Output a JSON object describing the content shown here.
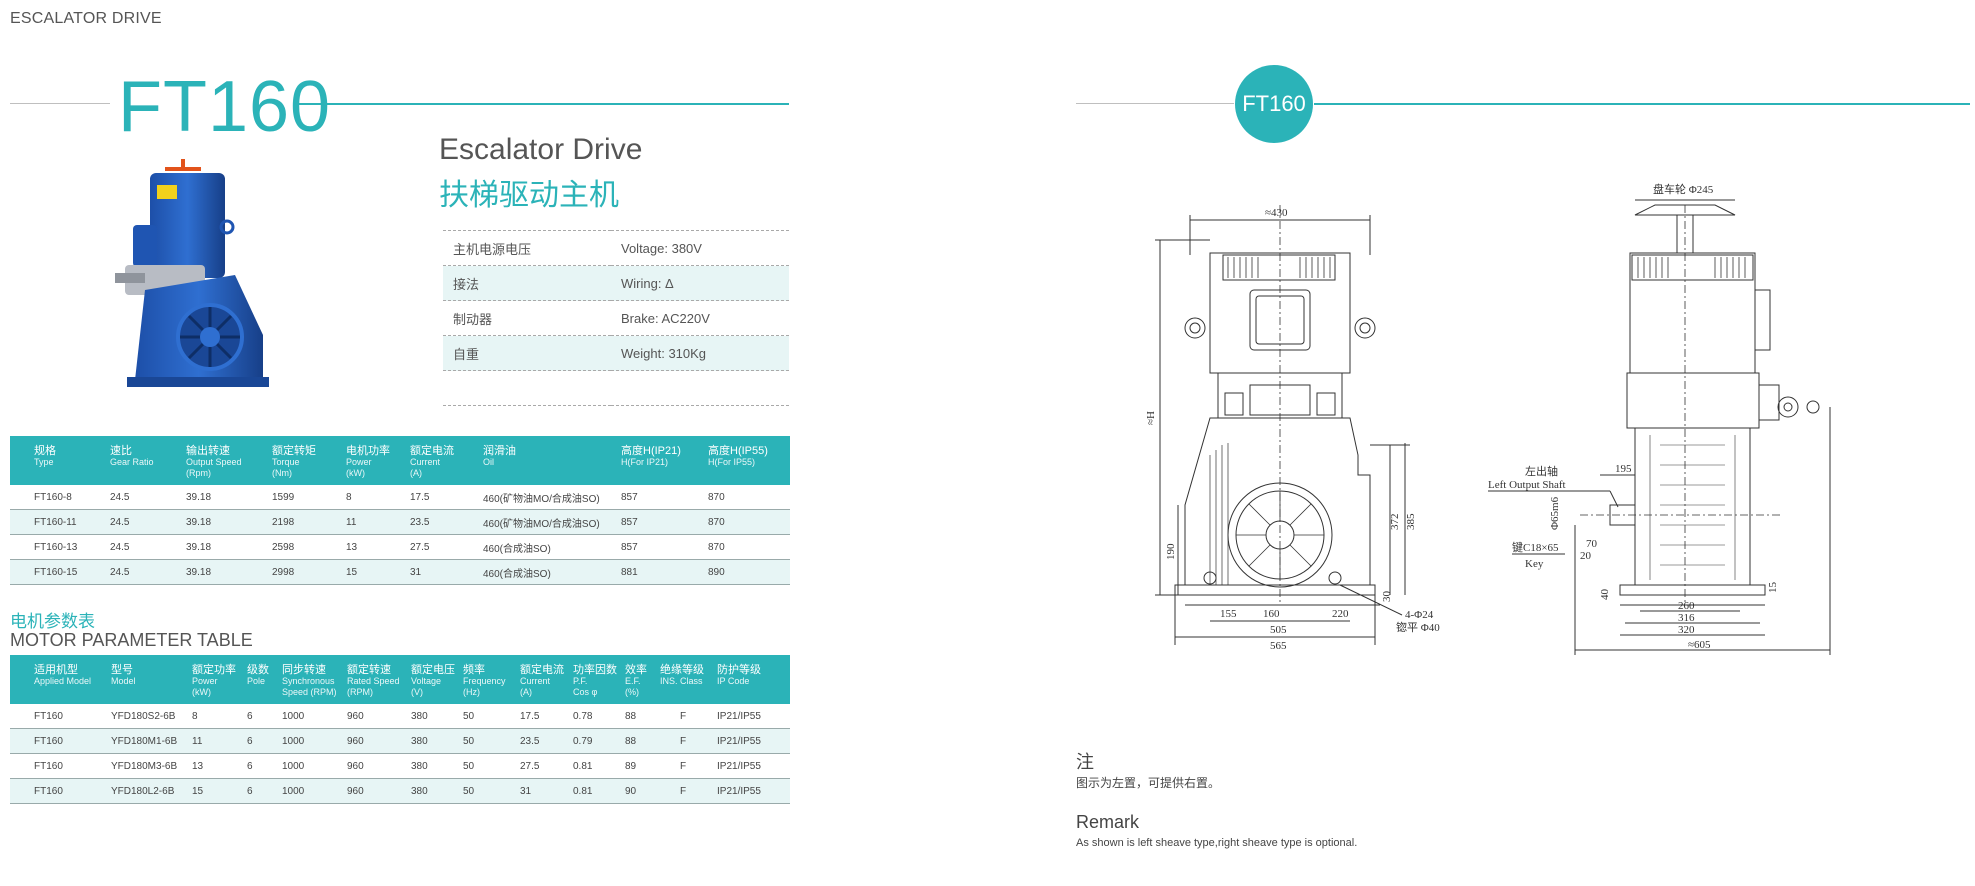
{
  "header": {
    "label": "ESCALATOR DRIVE"
  },
  "product": {
    "model": "FT160",
    "title_en": "Escalator Drive",
    "title_cn": "扶梯驱动主机",
    "specs": [
      {
        "label": "主机电源电压",
        "value": "Voltage: 380V"
      },
      {
        "label": "接法",
        "value": "Wiring: Δ"
      },
      {
        "label": "制动器",
        "value": "Brake: AC220V"
      },
      {
        "label": "自重",
        "value": "Weight: 310Kg"
      }
    ]
  },
  "drive_table": {
    "headers": [
      {
        "cn": "规格",
        "en": "Type",
        "unit": ""
      },
      {
        "cn": "速比",
        "en": "Gear Ratio",
        "unit": ""
      },
      {
        "cn": "输出转速",
        "en": "Output Speed",
        "unit": "(Rpm)"
      },
      {
        "cn": "额定转矩",
        "en": "Torque",
        "unit": "(Nm)"
      },
      {
        "cn": "电机功率",
        "en": "Power",
        "unit": "(kW)"
      },
      {
        "cn": "额定电流",
        "en": "Current",
        "unit": "(A)"
      },
      {
        "cn": "润滑油",
        "en": "Oil",
        "unit": ""
      },
      {
        "cn": "高度H(IP21)",
        "en": "H(For IP21)",
        "unit": ""
      },
      {
        "cn": "高度H(IP55)",
        "en": "H(For IP55)",
        "unit": ""
      }
    ],
    "rows": [
      [
        "FT160-8",
        "24.5",
        "39.18",
        "1599",
        "8",
        "17.5",
        "460(矿物油MO/合成油SO)",
        "857",
        "870"
      ],
      [
        "FT160-11",
        "24.5",
        "39.18",
        "2198",
        "11",
        "23.5",
        "460(矿物油MO/合成油SO)",
        "857",
        "870"
      ],
      [
        "FT160-13",
        "24.5",
        "39.18",
        "2598",
        "13",
        "27.5",
        "460(合成油SO)",
        "857",
        "870"
      ],
      [
        "FT160-15",
        "24.5",
        "39.18",
        "2998",
        "15",
        "31",
        "460(合成油SO)",
        "881",
        "890"
      ]
    ]
  },
  "motor_section": {
    "title_cn": "电机参数表",
    "title_en": "MOTOR PARAMETER TABLE"
  },
  "motor_table": {
    "headers": [
      {
        "cn": "适用机型",
        "en": "Applied Model",
        "unit": ""
      },
      {
        "cn": "型号",
        "en": "Model",
        "unit": ""
      },
      {
        "cn": "额定功率",
        "en": "Power",
        "unit": "(kW)"
      },
      {
        "cn": "级数",
        "en": "Pole",
        "unit": ""
      },
      {
        "cn": "同步转速",
        "en": "Synchronous",
        "unit": "Speed (RPM)"
      },
      {
        "cn": "额定转速",
        "en": "Rated Speed",
        "unit": "(RPM)"
      },
      {
        "cn": "额定电压",
        "en": "Voltage",
        "unit": "(V)"
      },
      {
        "cn": "频率",
        "en": "Frequency",
        "unit": "(Hz)"
      },
      {
        "cn": "额定电流",
        "en": "Current",
        "unit": "(A)"
      },
      {
        "cn": "功率因数",
        "en": "P.F.",
        "unit": "Cos φ"
      },
      {
        "cn": "效率",
        "en": "E.F.",
        "unit": "(%)"
      },
      {
        "cn": "绝缘等级",
        "en": "INS. Class",
        "unit": ""
      },
      {
        "cn": "防护等级",
        "en": "IP Code",
        "unit": ""
      }
    ],
    "rows": [
      [
        "FT160",
        "YFD180S2-6B",
        "8",
        "6",
        "1000",
        "960",
        "380",
        "50",
        "17.5",
        "0.78",
        "88",
        "F",
        "IP21/IP55"
      ],
      [
        "FT160",
        "YFD180M1-6B",
        "11",
        "6",
        "1000",
        "960",
        "380",
        "50",
        "23.5",
        "0.79",
        "88",
        "F",
        "IP21/IP55"
      ],
      [
        "FT160",
        "YFD180M3-6B",
        "13",
        "6",
        "1000",
        "960",
        "380",
        "50",
        "27.5",
        "0.81",
        "89",
        "F",
        "IP21/IP55"
      ],
      [
        "FT160",
        "YFD180L2-6B",
        "15",
        "6",
        "1000",
        "960",
        "380",
        "50",
        "31",
        "0.81",
        "90",
        "F",
        "IP21/IP55"
      ]
    ]
  },
  "drawing": {
    "badge": "FT160",
    "labels": {
      "top_width": "≈430",
      "handwheel": "盘车轮 Φ245",
      "height_h": "≈H",
      "dim_190": "190",
      "dim_372": "372",
      "dim_385": "385",
      "dim_30": "30",
      "dim_155": "155",
      "dim_160": "160",
      "dim_220": "220",
      "dim_505": "505",
      "dim_565": "565",
      "holes": "4-Φ24",
      "spot_face": "锪平 Φ40",
      "shaft_cn": "左出轴",
      "shaft_en": "Left Output Shaft",
      "dim_195": "195",
      "shaft_dia": "Φ65m6",
      "key_cn": "键C18×65",
      "key_en": "Key",
      "dim_70": "70",
      "dim_20": "20",
      "dim_40": "40",
      "dim_15": "15",
      "dim_260": "260",
      "dim_316": "316",
      "dim_320": "320",
      "dim_605": "≈605"
    }
  },
  "notes": {
    "note_title": "注",
    "note_text": "图示为左置，可提供右置。",
    "remark_title": "Remark",
    "remark_text": "As shown is left sheave type,right sheave type is optional."
  }
}
